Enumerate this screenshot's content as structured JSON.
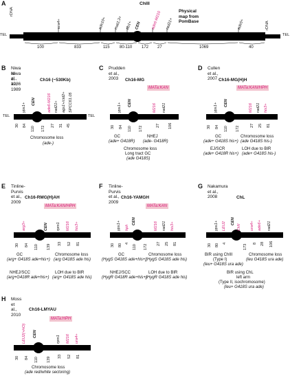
{
  "panelA": {
    "label": "A",
    "chrom": "ChIII",
    "physmap": "Physical map from PomBase",
    "tel_left": "TEL",
    "tel_right": "TEL",
    "rdna_left": "rDNA",
    "rdna_right": "rDNA",
    "genes": [
      "ura4+",
      "ade10+",
      "mat2,3+",
      "tfb1+",
      "CEN",
      "ade6-M210",
      "rad21+",
      "ade5+"
    ],
    "distances": [
      "100",
      "833",
      "115",
      "80-110",
      "172",
      "27",
      "1069",
      "40"
    ]
  },
  "panelB": {
    "label": "B",
    "refs": [
      "Niwa et al., 1986",
      "Niwa et al., 1989"
    ],
    "title": "Ch16 (~530Kb)",
    "markers": [
      "yps1+",
      "ade6-M216",
      "rad21+",
      "ags1+/cid2+",
      "SPCC61.05"
    ],
    "cen": "CEN",
    "tel_left": "TEL",
    "tel_right": "TEL",
    "distances": [
      "30",
      "84",
      "110",
      "172",
      "27",
      "31",
      "45"
    ],
    "outcome": "Chromosome loss",
    "pheno": "(ade-)"
  },
  "panelC": {
    "label": "C",
    "ref": "Prudden et al., 2003",
    "title": "Ch16-MG",
    "cassette": "MATa:KAN",
    "markers": [
      "yps1+",
      "M216",
      "rad21"
    ],
    "cen": "CEN",
    "distances": [
      "30",
      "84",
      "110",
      "172",
      "27",
      "106"
    ],
    "notes": [
      "GC",
      "(ade+ G418R)",
      "NHEJ",
      "(ade- G418R)",
      "Chromosome loss",
      "Long tract GC",
      "(ade G418S)"
    ]
  },
  "panelD": {
    "label": "D",
    "ref": "Cullen et al., 2007",
    "title": "Ch16-MG(H)H",
    "cassette": "MATa:KAN/HPH",
    "markers": [
      "yps1+",
      "M216",
      "rad21",
      "his3+"
    ],
    "cen": "CEN",
    "distances": [
      "30",
      "84",
      "110",
      "172",
      "27",
      "25",
      "81"
    ],
    "notes": [
      "GC",
      "(ade+ G418S his+)",
      "Chromosome loss",
      "(ade G418S his-)",
      "EJ/SCR",
      "(ade+ G418R his+)",
      "LOH due to BIR",
      "(ade+ G418S his-)"
    ]
  },
  "panelE": {
    "label": "E",
    "ref": "Tinline-Purvis et al., 2009",
    "title": "Ch16-RMG(H)AH",
    "cassette": "MATa:KAN/HPH",
    "markers": [
      "arg3+",
      "CEN",
      "rpm1",
      "M216",
      "his3+"
    ],
    "distances": [
      "30",
      "84",
      "110",
      "139",
      "33",
      "52",
      "81"
    ],
    "notes": [
      "GC",
      "(arg+ G418S ade+his+)",
      "Chromosome loss",
      "(arg G418S ade his)",
      "NHEJ/SCC",
      "(arg+G418R ade+his+)",
      "LOH due to BIR",
      "(arg+ G418S ade his)"
    ]
  },
  "panelF": {
    "label": "F",
    "ref": "Tinline-Purvis et al., 2009",
    "title": "Ch16-YAMGH",
    "cassette": "MATa:KAN",
    "markers": [
      "yps1+",
      "hph",
      "M216",
      "rad21",
      "his3+"
    ],
    "cen": "CEN",
    "distances": [
      "30",
      "80",
      "4",
      "110",
      "172",
      "27",
      "25",
      "81"
    ],
    "notes": [
      "GC",
      "(HygS G418S ade+his+)",
      "Chromosome loss",
      "(HygS G418S ade his)",
      "NHEJ/SCC",
      "(HygR G418R ade+his+)",
      "LOH due to BIR",
      "(HygR G418S ade his)"
    ]
  },
  "panelG": {
    "label": "G",
    "ref": "Nakamura et al., 2008",
    "title": "ChL",
    "markers": [
      "yps1+",
      "LEU2",
      "CEN",
      "ura4+",
      "ade6+",
      "rad21"
    ],
    "cen_sub": "ChIII",
    "distances": [
      "30",
      "80",
      "4",
      "173",
      "8",
      "28",
      "106"
    ],
    "notes": [
      "BIR using ChIII",
      "(Type I)",
      "(leu+ G418S ura ade)",
      "Chromosome loss",
      "(leu G418S ura ade)",
      "BIR using ChL",
      "left arm",
      "(Type II, isochromosome)",
      "(leu+ G418S ura ade)"
    ]
  },
  "panelH": {
    "label": "H",
    "ref": "Moss et al., 2010",
    "title": "Ch16-LMYAU",
    "cassette": "MATa:HPH",
    "markers": [
      "LEU2(+HO)",
      "rpm1",
      "M216",
      "ura4+"
    ],
    "cen": "CEN",
    "distances": [
      "30",
      "84",
      "110",
      "139",
      "33",
      "52",
      "81"
    ],
    "notes": [
      "Chromosome loss",
      "(ade red/white sectoring)"
    ]
  },
  "colors": {
    "accent": "#d81b7a",
    "cassette_bg": "#f2c4cf",
    "bar": "#000000"
  }
}
